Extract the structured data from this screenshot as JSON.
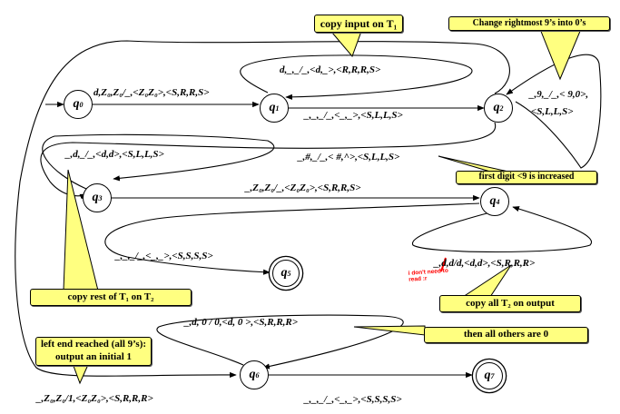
{
  "states": {
    "q0": {
      "name": "q",
      "sub": "0"
    },
    "q1": {
      "name": "q",
      "sub": "1"
    },
    "q2": {
      "name": "q",
      "sub": "2"
    },
    "q3": {
      "name": "q",
      "sub": "3"
    },
    "q4": {
      "name": "q",
      "sub": "4"
    },
    "q5": {
      "name": "q",
      "sub": "5"
    },
    "q6": {
      "name": "q",
      "sub": "6"
    },
    "q7": {
      "name": "q",
      "sub": "7"
    }
  },
  "transitions": {
    "q0_q1": "d,Z₀,Z₀/_,<Z₀Z₀>,<S,R,R,S>",
    "q1_loop": "d,_,_/_,<d,_>,<R,R,R,S>",
    "q1_q2": "_,_,_/_,<_,_>,<S,L,L,S>",
    "q2_loop_a": "_,9,_/_,< 9,0>,",
    "q2_loop_b": "<S,L,L,S>",
    "q2_q3": "_,#,_/_,< #,^>,<S,L,L,S>",
    "q3_loop": "_,d,_/_,<d,d>,<S,L,L,S>",
    "q3_q4": "_,Z₀,Z₀/_,<Z₀Z₀>,<S,R,R,S>",
    "q4_q5": "_,_,_/_,<_,_>,<S,S,S,S>",
    "q4_loop": "_,d,d/d,<d,d>,<S,R,R,R>",
    "q6_loop": "_,d, 0 / 0,<d, 0 >,<S,R,R,R>",
    "q2_q6": "_,Z₀,Z₀/1,<Z₀Z₀>,<S,R,R,R>",
    "q6_q7": "_,_,_/_,<_,_>,<S,S,S,S>"
  },
  "callouts": {
    "copy_input": "copy input on T₁",
    "change_nines": "Change rightmost 9’s into 0’s",
    "first_digit": "first digit <9 is increased",
    "copy_rest": "copy rest of T₁ on T₂",
    "copy_all": "copy all T₂ on output",
    "all_others": "then all others are 0",
    "left_end": "left end reached (all 9’s): output an initial 1"
  },
  "annotation": {
    "handwritten_note": "i don't need to read :r"
  },
  "colors": {
    "callout_fill": "#ffff80",
    "annotation": "#ff0000"
  }
}
